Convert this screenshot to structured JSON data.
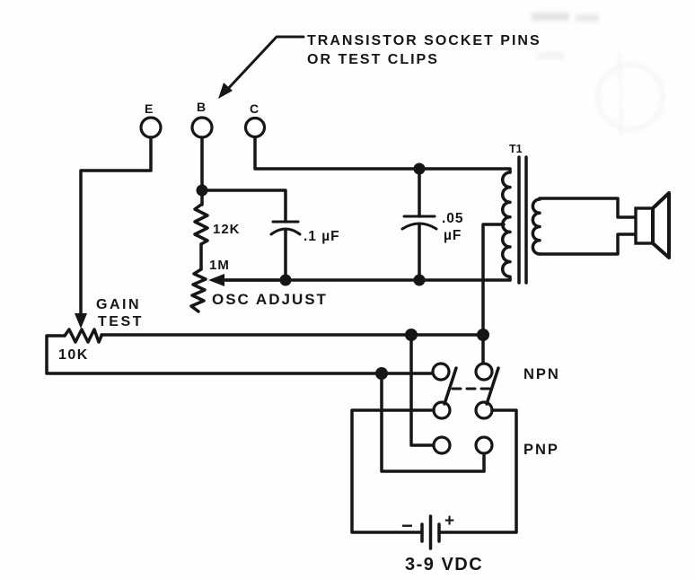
{
  "annotation": {
    "line1": "TRANSISTOR SOCKET PINS",
    "line2": "OR TEST CLIPS"
  },
  "terminals": {
    "emitter": "E",
    "base": "B",
    "collector": "C"
  },
  "resistors": {
    "r_12k": "12K",
    "pot_osc_value": "1M",
    "pot_osc_label": "OSC ADJUST",
    "pot_gain_line1": "GAIN",
    "pot_gain_line2": "TEST",
    "pot_gain_value": "10K"
  },
  "capacitors": {
    "c1": ".1 µF",
    "c2_value": ".05",
    "c2_unit": "µF"
  },
  "transformer": {
    "label": "T1"
  },
  "switch": {
    "npn": "NPN",
    "pnp": "PNP"
  },
  "battery": {
    "minus": "−",
    "plus": "+",
    "label": "3-9 VDC"
  },
  "colors": {
    "ink": "#161616",
    "paper": "#fefefe"
  }
}
